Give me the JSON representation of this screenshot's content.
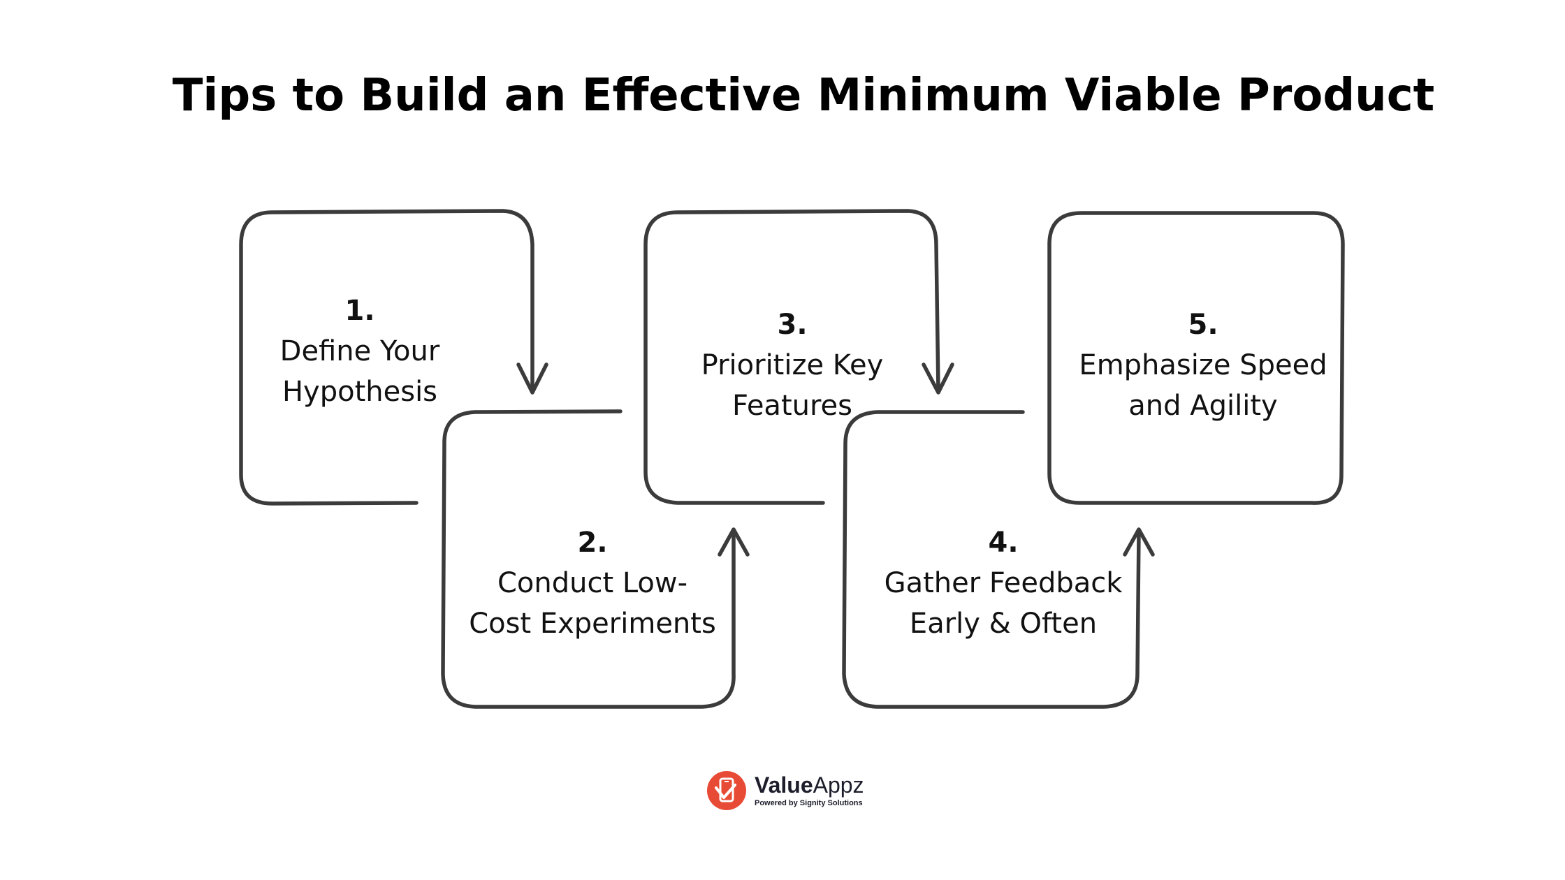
{
  "title": "Tips to Build an Effective Minimum Viable Product",
  "steps": [
    {
      "number": "1.",
      "text": "Define Your\nHypothesis"
    },
    {
      "number": "2.",
      "text": "Conduct Low-\nCost Experiments"
    },
    {
      "number": "3.",
      "text": "Prioritize Key\nFeatures"
    },
    {
      "number": "4.",
      "text": "Gather Feedback\nEarly &  Often"
    },
    {
      "number": "5.",
      "text": "Emphasize Speed\nand Agility"
    }
  ],
  "logo": {
    "name_bold": "Value",
    "name_light": "Appz",
    "tagline": "Powered by Signity Solutions",
    "color": "#e84b35"
  },
  "colors": {
    "stroke": "#3b3b3b",
    "text": "#111111",
    "background": "#ffffff"
  }
}
